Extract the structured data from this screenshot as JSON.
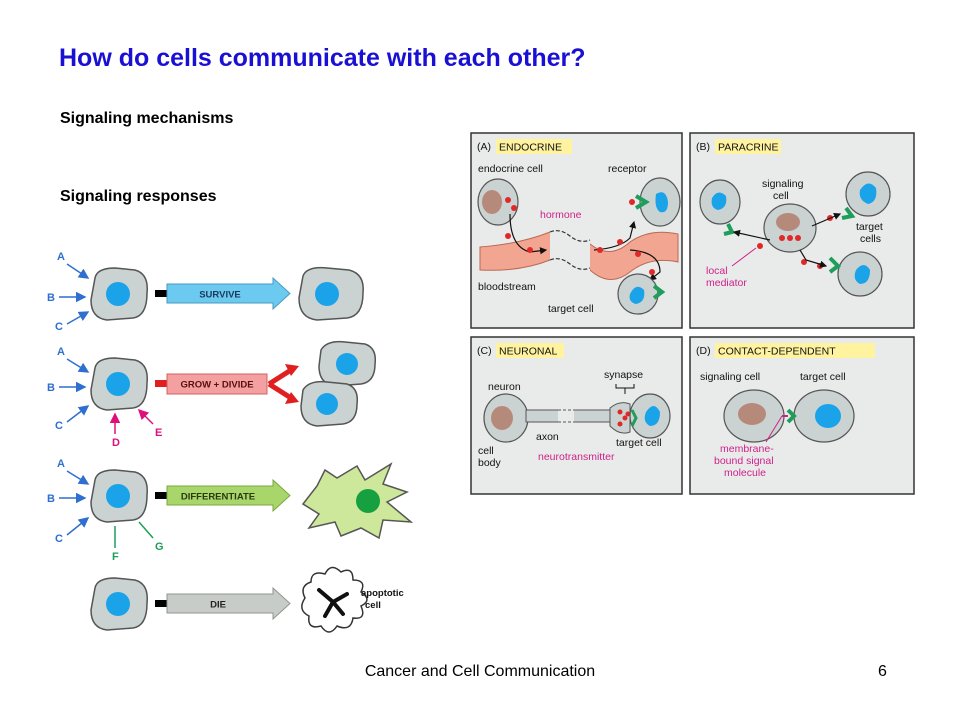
{
  "slide": {
    "title": "How do cells communicate with each other?",
    "subheading_mechanisms": "Signaling mechanisms",
    "subheading_responses": "Signaling responses",
    "footer": "Cancer and Cell Communication",
    "page_number": "6"
  },
  "responses_figure": {
    "signals": [
      "A",
      "B",
      "C",
      "D",
      "E",
      "F",
      "G"
    ],
    "rows": [
      {
        "label": "SURVIVE",
        "inputs": [
          "A",
          "B",
          "C"
        ]
      },
      {
        "label": "GROW + DIVIDE",
        "inputs": [
          "A",
          "B",
          "C",
          "D",
          "E"
        ]
      },
      {
        "label": "DIFFERENTIATE",
        "inputs": [
          "A",
          "B",
          "C",
          "F",
          "G"
        ]
      },
      {
        "label": "DIE",
        "inputs": []
      }
    ],
    "apoptotic_label_line1": "apoptotic",
    "apoptotic_label_line2": "cell",
    "colors": {
      "signal_arrow": "#2f6fcf",
      "growth_arrow": "#e0107a",
      "survive_bar": "#6ccaf0",
      "grow_bar": "#f4a0a0",
      "differentiate_bar": "#a8d66a",
      "die_bar": "#c8ccc9",
      "nucleus": "#1aa3e8",
      "cell": "#cbd3d2"
    }
  },
  "mechanisms_figure": {
    "panels": [
      {
        "id": "A",
        "letter": "(A)",
        "title": "ENDOCRINE",
        "labels": {
          "endocrine_cell": "endocrine cell",
          "receptor": "receptor",
          "hormone": "hormone",
          "bloodstream": "bloodstream",
          "target_cell": "target cell"
        }
      },
      {
        "id": "B",
        "letter": "(B)",
        "title": "PARACRINE",
        "labels": {
          "signaling_cell_1": "signaling",
          "signaling_cell_2": "cell",
          "target_cells_1": "target",
          "target_cells_2": "cells",
          "local_mediator_1": "local",
          "local_mediator_2": "mediator"
        }
      },
      {
        "id": "C",
        "letter": "(C)",
        "title": "NEURONAL",
        "labels": {
          "synapse": "synapse",
          "neuron": "neuron",
          "axon": "axon",
          "target_cell": "target cell",
          "cell_body_1": "cell",
          "cell_body_2": "body",
          "neurotransmitter": "neurotransmitter"
        }
      },
      {
        "id": "D",
        "letter": "(D)",
        "title": "CONTACT-DEPENDENT",
        "labels": {
          "signaling_cell": "signaling cell",
          "target_cell": "target cell",
          "membrane_1": "membrane-",
          "membrane_2": "bound signal",
          "membrane_3": "molecule"
        }
      }
    ],
    "colors": {
      "title_highlight": "#fff3a0",
      "magenta_label": "#d0208a",
      "molecule": "#e02828",
      "receptor": "#1e9e5a",
      "blood_vessel": "#f2a590",
      "signaling_nucleus": "#b68a7a"
    }
  }
}
